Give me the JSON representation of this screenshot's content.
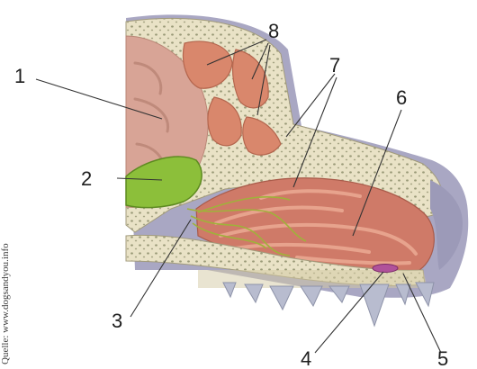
{
  "figure": {
    "labels": [
      "1",
      "2",
      "3",
      "4",
      "5",
      "6",
      "7",
      "8"
    ],
    "credit": "Quelle: www.dogsandyou.info"
  },
  "colors": {
    "bone": "#e9e2c6",
    "bone_dots": "#9a9a78",
    "skin": "#a9a7c3",
    "brain": "#d8a496",
    "olfactory_bulb": "#8cbf3a",
    "turbinate": "#d9876c",
    "mucosa": "#cf7a68",
    "nerve": "#9fb23a",
    "teeth": "#b8bccf",
    "leader": "#333333"
  }
}
